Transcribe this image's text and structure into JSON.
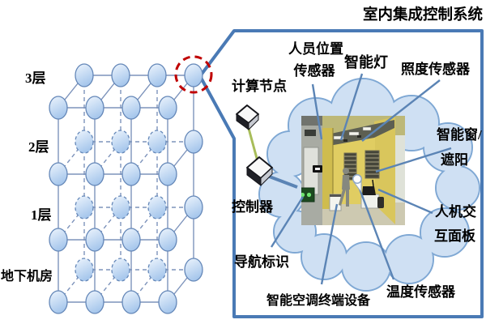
{
  "title": "室内集成控制系统",
  "building": {
    "floors": [
      "3层",
      "2层",
      "1层",
      "地下机房"
    ],
    "highlight": "circled-top-right-node"
  },
  "callout": {
    "labels": {
      "computing_node": "计算节点",
      "controller": "控制器",
      "personnel_sensor_line1": "人员位置",
      "personnel_sensor_line2": "传感器",
      "smart_light": "智能灯",
      "illuminance_sensor": "照度传感器",
      "smart_window_line1": "智能窗/",
      "smart_window_line2": "遮阳",
      "hmi_panel_line1": "人机交",
      "hmi_panel_line2": "互面板",
      "temperature_sensor": "温度传感器",
      "ac_terminal": "智能空调终端设备",
      "navigation_sign": "导航标识"
    }
  },
  "icons": {
    "computing_node": "cube-3d-icon",
    "controller": "cube-3d-icon",
    "room_marker": "location-pin-icon",
    "node_highlight": "red-dashed-circle-icon",
    "network_node": "blue-ellipse-node"
  },
  "colors": {
    "box_border": "#4a7ab5",
    "cloud_fill": "#cfe0f3",
    "cloud_stroke": "#7fa8d4",
    "lattice_line": "#7d93bb",
    "node_stroke": "#6487b8",
    "node_fill_light": "#eef5fd",
    "node_fill_dark": "#a7c7ec",
    "highlight_red": "#c00000",
    "leader_blue": "#5b84b5",
    "link_green": "#a8bd5a",
    "room_wall_yellow": "#ddca5e",
    "text": "#000000"
  }
}
